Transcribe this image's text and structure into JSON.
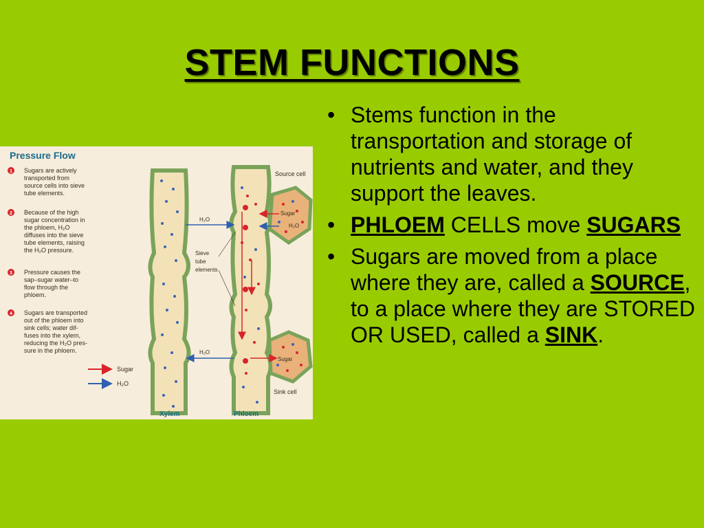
{
  "title": "STEM FUNCTIONS",
  "bullets": {
    "b1": "Stems function in the transportation and storage of nutrients and water, and they support the leaves.",
    "b2_strong": "PHLOEM",
    "b2_mid": " CELLS move ",
    "b2_strong2": "SUGARS",
    "b3_a": "Sugars are moved from a place where they are, called a ",
    "b3_source": "SOURCE",
    "b3_b": ",  to a place where they are STORED OR USED, called a ",
    "b3_sink": "SINK",
    "b3_c": "."
  },
  "figure": {
    "heading": "Pressure Flow",
    "steps": [
      {
        "num": "1",
        "lines": [
          "Sugars are actively",
          "transported from",
          "source cells into sieve",
          "tube elements."
        ]
      },
      {
        "num": "2",
        "lines": [
          "Because of the high",
          "sugar concentration in",
          "the phloem, H₂O",
          "diffuses into the sieve",
          "tube elements, raising",
          "the H₂O pressure."
        ]
      },
      {
        "num": "3",
        "lines": [
          "Pressure causes the",
          "sap–sugar water–to",
          "flow through the",
          "phloem."
        ]
      },
      {
        "num": "4",
        "lines": [
          "Sugars are transported",
          "out of the phloem into",
          "sink cells; water dif-",
          "fuses into the xylem,",
          "reducing the H₂O pres-",
          "sure in the phloem."
        ]
      }
    ],
    "legend_sugar": "Sugar",
    "legend_h2o": "H₂O",
    "label_source_cell": "Source cell",
    "label_sink_cell": "Sink cell",
    "label_sieve": [
      "Sieve",
      "tube",
      "elements"
    ],
    "label_h2o_top": "H₂O",
    "label_h2o_bottom": "H₂O",
    "label_sugar_top": "Sugar",
    "label_h2o_source": "H₂O",
    "label_sugar_sink": "Sugar",
    "label_xylem": "Xylem",
    "label_phloem": "Phloem",
    "colors": {
      "sugar_arrow": "#d8242a",
      "h2o_arrow": "#2f5fb0",
      "tube_fill": "#f3e2b8",
      "tube_wall": "#7aa35a",
      "cell_fill": "#e8b27a"
    }
  }
}
